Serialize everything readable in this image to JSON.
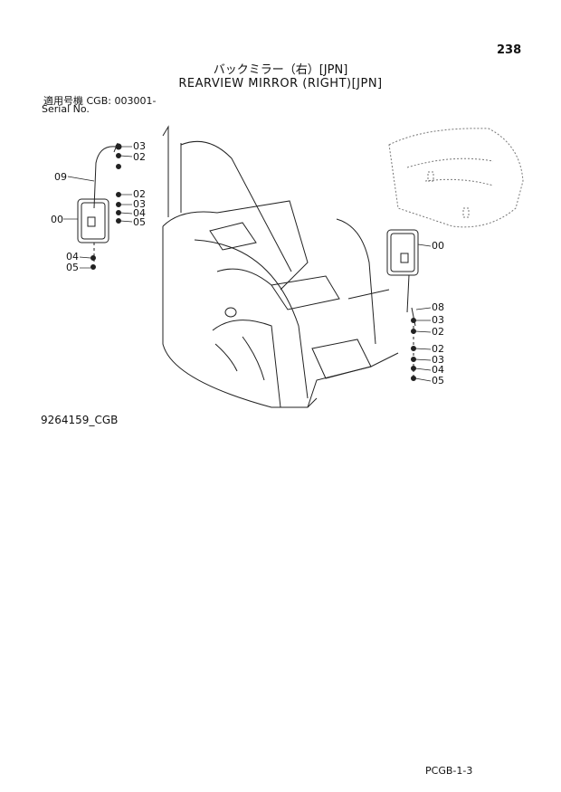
{
  "page_number": "238",
  "title_jp": "バックミラー（右）[JPN]",
  "title_en": "REARVIEW MIRROR (RIGHT)[JPN]",
  "serial": {
    "label_jp": "適用号機",
    "model": "CGB:",
    "number": "003001-",
    "label_en": "Serial No."
  },
  "figure_id": "9264159_CGB",
  "catalog_code": "PCGB-1-3",
  "callouts_left": [
    "03",
    "02",
    "09",
    "02",
    "03",
    "04",
    "05",
    "00",
    "04",
    "05"
  ],
  "callouts_right": [
    "00",
    "08",
    "03",
    "02",
    "02",
    "03",
    "04",
    "05"
  ]
}
